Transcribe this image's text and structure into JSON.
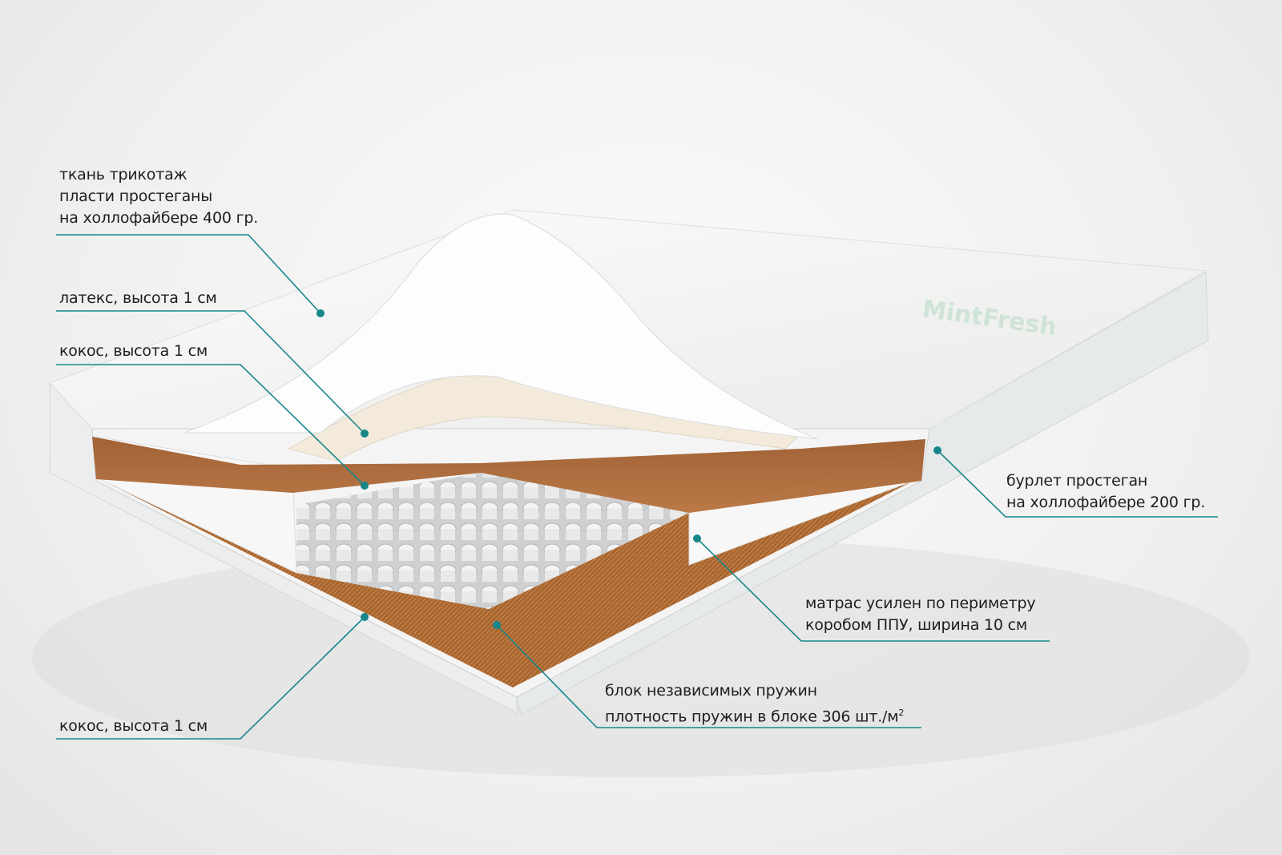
{
  "accent_color": "#17878a",
  "brand_watermark": "MintFresh",
  "callouts": {
    "cover": [
      "ткань трикотаж",
      "пласти простеганы",
      "на холлофайбере 400 гр."
    ],
    "latex": [
      "латекс, высота 1 см"
    ],
    "coconut_top": [
      "кокос, высота 1 см"
    ],
    "coconut_bottom": [
      "кокос, высота 1 см"
    ],
    "border": [
      "бурлет простеган",
      "на холлофайбере 200 гр."
    ],
    "perimeter": [
      "матрас усилен по периметру",
      "коробом ППУ, ширина 10 см"
    ],
    "springs": [
      "блок независимых пружин",
      "плотность пружин в блоке 306 шт./м"
    ],
    "springs_superscript": "2"
  }
}
